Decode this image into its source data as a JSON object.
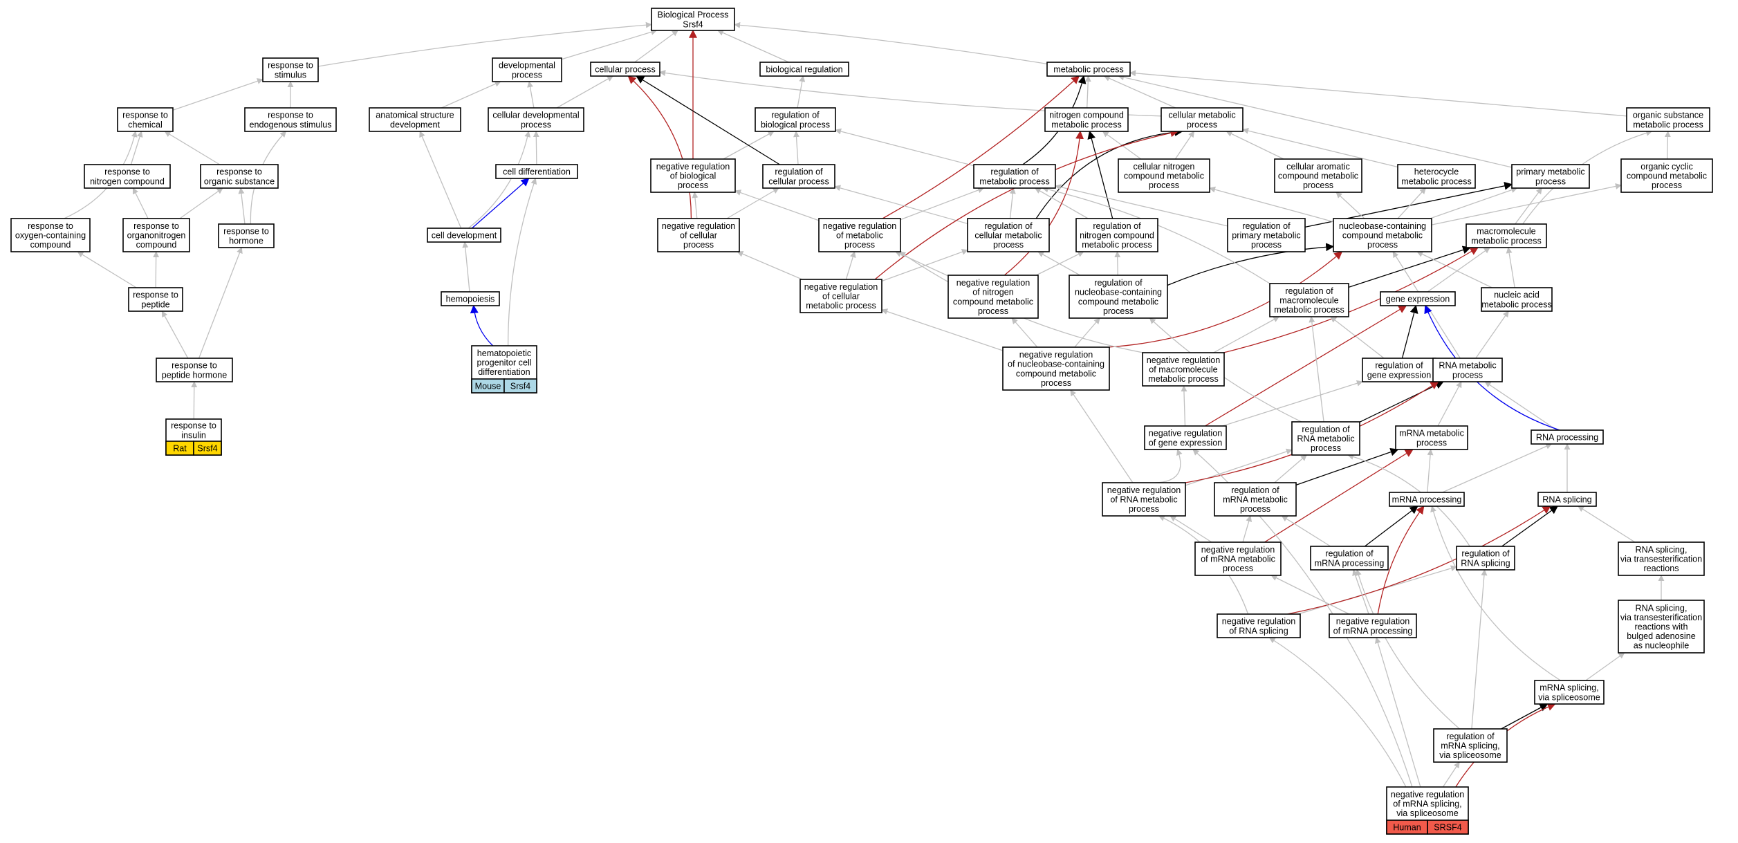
{
  "colors": {
    "gray": "#c0c0c0",
    "black": "#000000",
    "red": "#b22222",
    "blue": "#0000ee",
    "rat": "#ffd700",
    "mouse": "#add8e6",
    "human": "#f25a4b"
  },
  "nodes": [
    {
      "id": "bp",
      "lines": [
        "Biological Process",
        "Srsf4"
      ]
    },
    {
      "id": "rts",
      "lines": [
        "response to",
        "stimulus"
      ]
    },
    {
      "id": "dev",
      "lines": [
        "developmental",
        "process"
      ]
    },
    {
      "id": "cp",
      "lines": [
        "cellular process"
      ]
    },
    {
      "id": "br",
      "lines": [
        "biological regulation"
      ]
    },
    {
      "id": "mp",
      "lines": [
        "metabolic process"
      ]
    },
    {
      "id": "rtc",
      "lines": [
        "response to",
        "chemical"
      ]
    },
    {
      "id": "rtes",
      "lines": [
        "response to",
        "endogenous stimulus"
      ]
    },
    {
      "id": "asd",
      "lines": [
        "anatomical structure",
        "development"
      ]
    },
    {
      "id": "cdp",
      "lines": [
        "cellular developmental",
        "process"
      ]
    },
    {
      "id": "rbp",
      "lines": [
        "regulation of",
        "biological process"
      ]
    },
    {
      "id": "ncmp",
      "lines": [
        "nitrogen compound",
        "metabolic process"
      ]
    },
    {
      "id": "cmp",
      "lines": [
        "cellular metabolic",
        "process"
      ]
    },
    {
      "id": "osmp",
      "lines": [
        "organic substance",
        "metabolic process"
      ]
    },
    {
      "id": "rtnc",
      "lines": [
        "response to",
        "nitrogen compound"
      ]
    },
    {
      "id": "rtos",
      "lines": [
        "response to",
        "organic substance"
      ]
    },
    {
      "id": "cdiff",
      "lines": [
        "cell differentiation"
      ]
    },
    {
      "id": "nrbp",
      "lines": [
        "negative regulation",
        "of biological",
        "process"
      ]
    },
    {
      "id": "rcp",
      "lines": [
        "regulation of",
        "cellular process"
      ]
    },
    {
      "id": "rmp",
      "lines": [
        "regulation of",
        "metabolic process"
      ]
    },
    {
      "id": "cncmp",
      "lines": [
        "cellular nitrogen",
        "compound metabolic",
        "process"
      ]
    },
    {
      "id": "cacmp",
      "lines": [
        "cellular aromatic",
        "compound metabolic",
        "process"
      ]
    },
    {
      "id": "hmp",
      "lines": [
        "heterocycle",
        "metabolic process"
      ]
    },
    {
      "id": "pmp",
      "lines": [
        "primary metabolic",
        "process"
      ]
    },
    {
      "id": "occmp",
      "lines": [
        "organic cyclic",
        "compound metabolic",
        "process"
      ]
    },
    {
      "id": "rtocc",
      "lines": [
        "response to",
        "oxygen-containing",
        "compound"
      ]
    },
    {
      "id": "rtonc",
      "lines": [
        "response to",
        "organonitrogen",
        "compound"
      ]
    },
    {
      "id": "rth",
      "lines": [
        "response to",
        "hormone"
      ]
    },
    {
      "id": "cdev",
      "lines": [
        "cell development"
      ]
    },
    {
      "id": "nrcp",
      "lines": [
        "negative regulation",
        "of cellular",
        "process"
      ]
    },
    {
      "id": "nrmp",
      "lines": [
        "negative regulation",
        "of metabolic",
        "process"
      ]
    },
    {
      "id": "rcmp",
      "lines": [
        "regulation of",
        "cellular metabolic",
        "process"
      ]
    },
    {
      "id": "rncmp",
      "lines": [
        "regulation of",
        "nitrogen compound",
        "metabolic process"
      ]
    },
    {
      "id": "rpmp",
      "lines": [
        "regulation of",
        "primary metabolic",
        "process"
      ]
    },
    {
      "id": "nbccmp",
      "lines": [
        "nucleobase-containing",
        "compound metabolic",
        "process"
      ]
    },
    {
      "id": "mmp",
      "lines": [
        "macromolecule",
        "metabolic process"
      ]
    },
    {
      "id": "rtp",
      "lines": [
        "response to",
        "peptide"
      ]
    },
    {
      "id": "hemo",
      "lines": [
        "hemopoiesis"
      ]
    },
    {
      "id": "nrcmp",
      "lines": [
        "negative regulation",
        "of cellular",
        "metabolic process"
      ]
    },
    {
      "id": "nrncmp",
      "lines": [
        "negative regulation",
        "of nitrogen",
        "compound metabolic",
        "process"
      ]
    },
    {
      "id": "rnbccmp",
      "lines": [
        "regulation of",
        "nucleobase-containing",
        "compound metabolic",
        "process"
      ]
    },
    {
      "id": "rmmp",
      "lines": [
        "regulation of",
        "macromolecule",
        "metabolic process"
      ]
    },
    {
      "id": "ge",
      "lines": [
        "gene expression"
      ]
    },
    {
      "id": "namp",
      "lines": [
        "nucleic acid",
        "metabolic process"
      ]
    },
    {
      "id": "rtph",
      "lines": [
        "response to",
        "peptide hormone"
      ]
    },
    {
      "id": "hpcd",
      "lines": [
        "hematopoietic",
        "progenitor cell",
        "differentiation"
      ],
      "tags": [
        "Mouse",
        "Srsf4"
      ],
      "tag_color": "mouse"
    },
    {
      "id": "nrnbccmp",
      "lines": [
        "negative regulation",
        "of nucleobase-containing",
        "compound metabolic",
        "process"
      ]
    },
    {
      "id": "nrmmp",
      "lines": [
        "negative regulation",
        "of macromolecule",
        "metabolic process"
      ]
    },
    {
      "id": "rge",
      "lines": [
        "regulation of",
        "gene expression"
      ]
    },
    {
      "id": "rnamp",
      "lines": [
        "RNA metabolic",
        "process"
      ]
    },
    {
      "id": "rti",
      "lines": [
        "response to",
        "insulin"
      ],
      "tags": [
        "Rat",
        "Srsf4"
      ],
      "tag_color": "rat"
    },
    {
      "id": "nrge",
      "lines": [
        "negative regulation",
        "of gene expression"
      ]
    },
    {
      "id": "rrnamp",
      "lines": [
        "regulation of",
        "RNA metabolic",
        "process"
      ]
    },
    {
      "id": "mrnamp",
      "lines": [
        "mRNA metabolic",
        "process"
      ]
    },
    {
      "id": "rnaproc",
      "lines": [
        "RNA processing"
      ]
    },
    {
      "id": "nrrnamp",
      "lines": [
        "negative regulation",
        "of RNA metabolic",
        "process"
      ]
    },
    {
      "id": "rmrnamp",
      "lines": [
        "regulation of",
        "mRNA metabolic",
        "process"
      ]
    },
    {
      "id": "mrnaproc",
      "lines": [
        "mRNA processing"
      ]
    },
    {
      "id": "rnasp",
      "lines": [
        "RNA splicing"
      ]
    },
    {
      "id": "nrmrnamp",
      "lines": [
        "negative regulation",
        "of mRNA metabolic",
        "process"
      ]
    },
    {
      "id": "rmrnaproc",
      "lines": [
        "regulation of",
        "mRNA processing"
      ]
    },
    {
      "id": "rrnasp",
      "lines": [
        "regulation of",
        "RNA splicing"
      ]
    },
    {
      "id": "rnaspt",
      "lines": [
        "RNA splicing,",
        "via transesterification",
        "reactions"
      ]
    },
    {
      "id": "nrrnasp",
      "lines": [
        "negative regulation",
        "of RNA splicing"
      ]
    },
    {
      "id": "nrmrnaproc",
      "lines": [
        "negative regulation",
        "of mRNA processing"
      ]
    },
    {
      "id": "rnasptb",
      "lines": [
        "RNA splicing,",
        "via transesterification",
        "reactions with",
        "bulged adenosine",
        "as nucleophile"
      ]
    },
    {
      "id": "mrnass",
      "lines": [
        "mRNA splicing,",
        "via spliceosome"
      ]
    },
    {
      "id": "rmrnass",
      "lines": [
        "regulation of",
        "mRNA splicing,",
        "via spliceosome"
      ]
    },
    {
      "id": "nrmrnass",
      "lines": [
        "negative regulation",
        "of mRNA splicing,",
        "via spliceosome"
      ],
      "tags": [
        "Human",
        "SRSF4"
      ],
      "tag_color": "human"
    }
  ]
}
